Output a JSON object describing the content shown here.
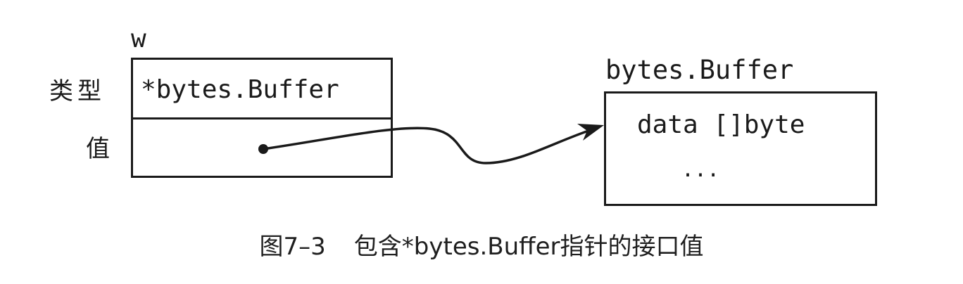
{
  "interface_value": {
    "variable_name": "w",
    "type_row_label": "类型",
    "value_row_label": "值",
    "dynamic_type": "*bytes.Buffer"
  },
  "target_struct": {
    "title": "bytes.Buffer",
    "field": "data []byte",
    "ellipsis": "..."
  },
  "caption": {
    "number": "图7–3",
    "text": "包含*bytes.Buffer指针的接口值"
  }
}
